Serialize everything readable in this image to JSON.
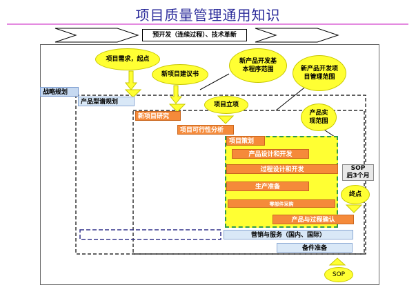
{
  "title": "项目质量管理通用知识",
  "banner": "预开发（连续过程）、技术革新",
  "bubbles": {
    "project_demand": "项目需求，起点",
    "project_proposal": "新项目建议书",
    "npd_basic": "新产品开发基本程序范围",
    "npd_pm": "新产品开发项目管理范围",
    "project_initiation": "项目立项",
    "product_realization": "产品实现范围",
    "end_point": "终点",
    "sop_bottom": "SOP"
  },
  "sop_box": {
    "line1": "SOP",
    "line2": "后3个月"
  },
  "bars": {
    "strategy": "战略规划",
    "product_planning": "产品型谱规划",
    "new_project_research": "新项目研究",
    "feasibility": "项目可行性分析",
    "project_planning": "项目策划",
    "product_design": "产品设计和开发",
    "process_design": "过程设计和开发",
    "production_prep": "生产准备",
    "parts_purchase": "零部件采购",
    "product_process_confirm": "产品与过程确认",
    "marketing": "营销与服务（国内、国际）",
    "spare_parts": "备件准备"
  },
  "colors": {
    "orange": "#f58a3a",
    "yellow": "#ffff33",
    "blue": "#c6d9f1",
    "title": "#2a2a9a"
  }
}
